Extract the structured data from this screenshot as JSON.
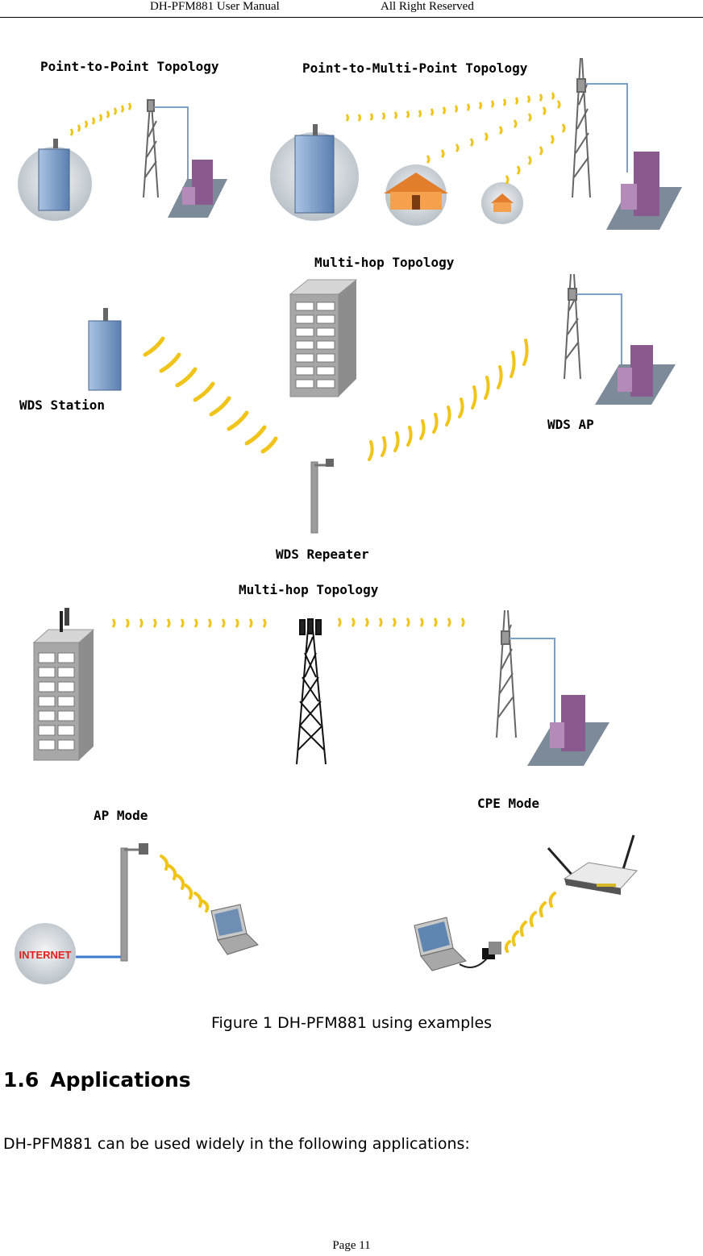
{
  "header": {
    "left": "DH-PFM881 User Manual",
    "right": "All Right Reserved"
  },
  "figure": {
    "labels": {
      "p2p": "Point-to-Point Topology",
      "p2mp": "Point-to-Multi-Point Topology",
      "multihop1": "Multi-hop Topology",
      "wds_station": "WDS Station",
      "wds_ap": "WDS AP",
      "wds_repeater": "WDS Repeater",
      "multihop2": "Multi-hop Topology",
      "ap_mode": "AP Mode",
      "cpe_mode": "CPE Mode",
      "internet": "INTERNET"
    },
    "caption": "Figure 1 DH-PFM881 using examples"
  },
  "section": {
    "number": "1.6",
    "title": "Applications"
  },
  "paragraph": "DH-PFM881 can be used widely in the following applications:",
  "footer": {
    "page": "Page 11"
  }
}
